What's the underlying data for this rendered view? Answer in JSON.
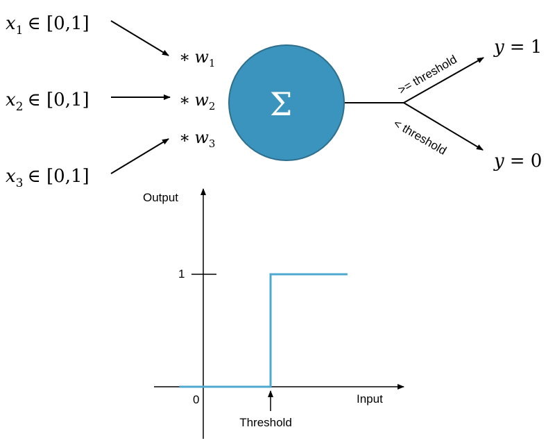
{
  "inputs": [
    {
      "var": "x",
      "sub": "1",
      "domain": "∈ [0,1]"
    },
    {
      "var": "x",
      "sub": "2",
      "domain": "∈ [0,1]"
    },
    {
      "var": "x",
      "sub": "3",
      "domain": "∈ [0,1]"
    }
  ],
  "weights": [
    {
      "op": "∗",
      "var": "w",
      "sub": "1"
    },
    {
      "op": "∗",
      "var": "w",
      "sub": "2"
    },
    {
      "op": "∗",
      "var": "w",
      "sub": "3"
    }
  ],
  "neuron": {
    "symbol": "Σ",
    "fill": "#3a94bd",
    "stroke": "#2d6f8c"
  },
  "branches": {
    "upper_label": ">= threshold",
    "lower_label": "< threshold"
  },
  "outputs": {
    "high": {
      "var": "y",
      "rest": "= 1"
    },
    "low": {
      "var": "y",
      "rest": "= 0"
    }
  },
  "step_chart": {
    "y_axis_label": "Output",
    "x_axis_label": "Input",
    "y_tick_label": "1",
    "origin_label": "0",
    "threshold_label": "Threshold",
    "line_color": "#4fa8cf"
  },
  "chart_data": {
    "type": "line",
    "title": "",
    "xlabel": "Input",
    "ylabel": "Output",
    "series": [
      {
        "x": [
          -0.5,
          1.4,
          1.4,
          3.0
        ],
        "y": [
          0,
          0,
          1,
          1
        ]
      }
    ],
    "threshold_x": 1.4,
    "xlim": [
      -0.5,
      3.2
    ],
    "ylim": [
      -0.4,
      1.7
    ],
    "grid": false
  }
}
